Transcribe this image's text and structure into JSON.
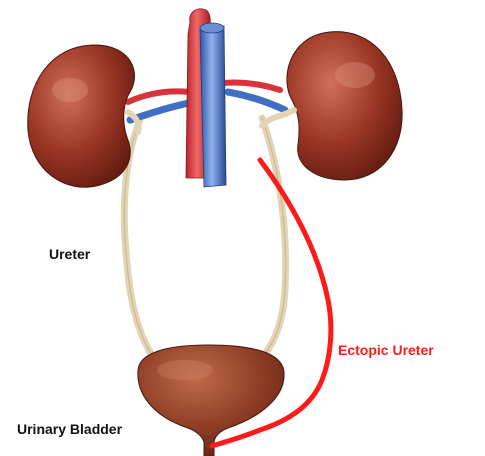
{
  "labels": {
    "ureter": "Ureter",
    "ectopic_ureter": "Ectopic Ureter",
    "urinary_bladder": "Urinary Bladder"
  },
  "colors": {
    "kidney": "#8e2d1c",
    "kidney_highlight": "#c9604a",
    "artery": "#d8333a",
    "vein": "#3f6fc4",
    "ureter": "#e0d1b1",
    "bladder": "#8a3a22",
    "ectopic": "#ff1a1a"
  }
}
